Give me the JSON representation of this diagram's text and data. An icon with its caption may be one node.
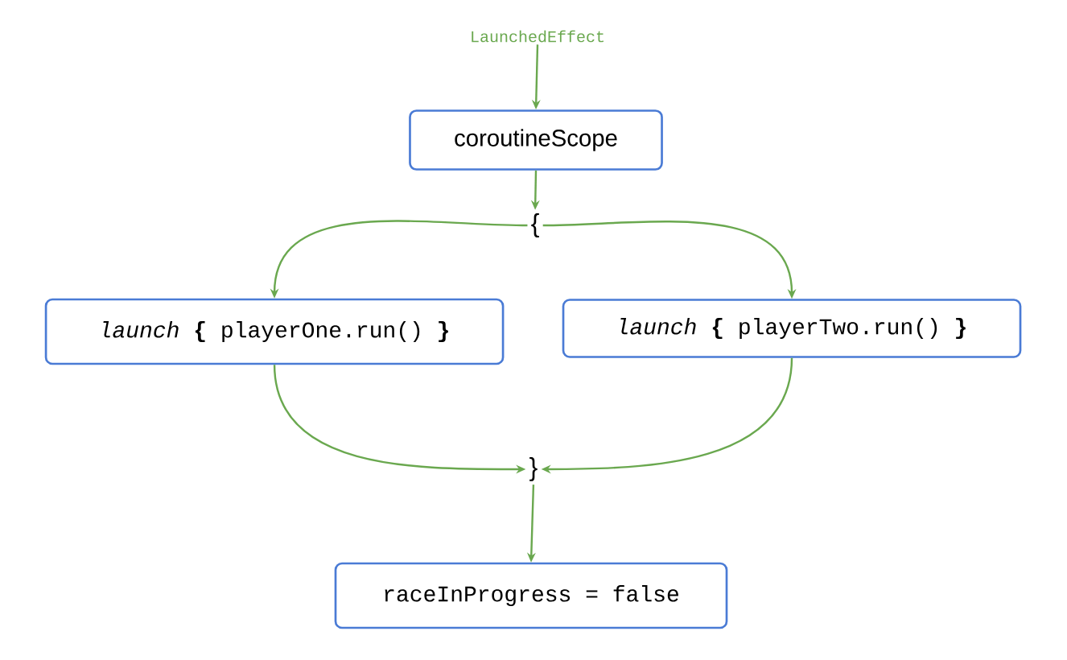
{
  "diagram": {
    "nodes": [
      {
        "text": [
          "LaunchedEffect"
        ]
      },
      {
        "text": [
          "coroutineScope"
        ]
      },
      {
        "text": [
          "{"
        ]
      },
      {
        "text": [
          "*launch* **{** playerOne.run() **}**"
        ]
      },
      {
        "text": [
          "*launch* **{** playerTwo.run() **}**"
        ]
      },
      {
        "text": [
          "}"
        ]
      },
      {
        "text": [
          "raceInProgress = false"
        ]
      }
    ],
    "edges": [
      {
        "from": 0,
        "to": 1,
        "arrow": "to"
      },
      {
        "from": 1,
        "to": 2,
        "arrow": "to"
      },
      {
        "from": 2,
        "to": 3,
        "arrow": "to"
      },
      {
        "from": 2,
        "to": 4,
        "arrow": "to"
      },
      {
        "from": 3,
        "to": 5,
        "arrow": "to"
      },
      {
        "from": 4,
        "to": 5,
        "arrow": "to"
      },
      {
        "from": 5,
        "to": 6,
        "arrow": "to"
      }
    ]
  }
}
